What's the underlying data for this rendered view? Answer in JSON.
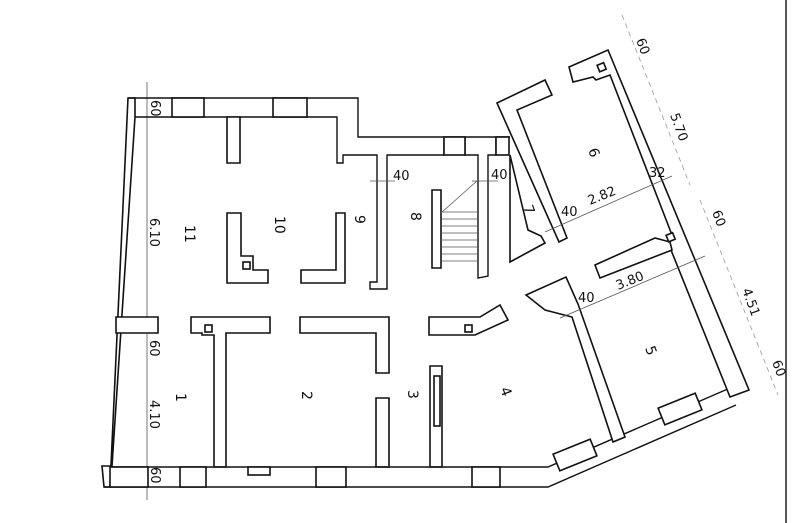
{
  "title": "Floor plan",
  "rooms": {
    "r1": "1",
    "r2": "2",
    "r3": "3",
    "r4": "4",
    "r5": "5",
    "r6": "6",
    "r7": "7",
    "r8": "8",
    "r9": "9",
    "r10": "10",
    "r11": "11"
  },
  "dimensions": {
    "left_wall_top": "60",
    "left_length_upper": "6.10",
    "left_wall_mid": "60",
    "left_length_lower": "4.10",
    "left_wall_bottom": "60",
    "wall_9_thickness": "40",
    "wall_8_thickness": "40",
    "wall_7_thickness": "40",
    "room_6_width": "2.82",
    "wall_6_right": "32",
    "right_wall_top": "60",
    "right_length_upper": "5.70",
    "right_wall_mid": "60",
    "room_5_width": "3.80",
    "wall_5_left": "40",
    "right_length_lower": "4.51",
    "right_wall_bottom": "60"
  },
  "colors": {
    "line": "#111111",
    "paper": "#ffffff"
  }
}
